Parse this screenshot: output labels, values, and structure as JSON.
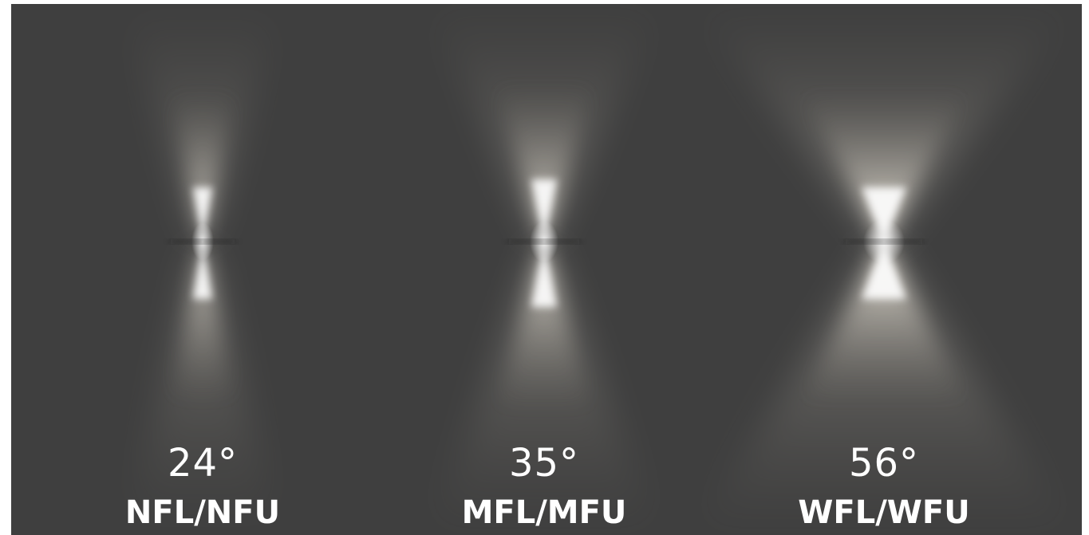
{
  "colors": {
    "background": "#3f3f3f",
    "beam": "#fffaf0",
    "text": "#ffffff"
  },
  "beams": [
    {
      "angle": "24°",
      "code": "NFL/NFU"
    },
    {
      "angle": "35°",
      "code": "MFL/MFU"
    },
    {
      "angle": "56°",
      "code": "WFL/WFU"
    }
  ]
}
